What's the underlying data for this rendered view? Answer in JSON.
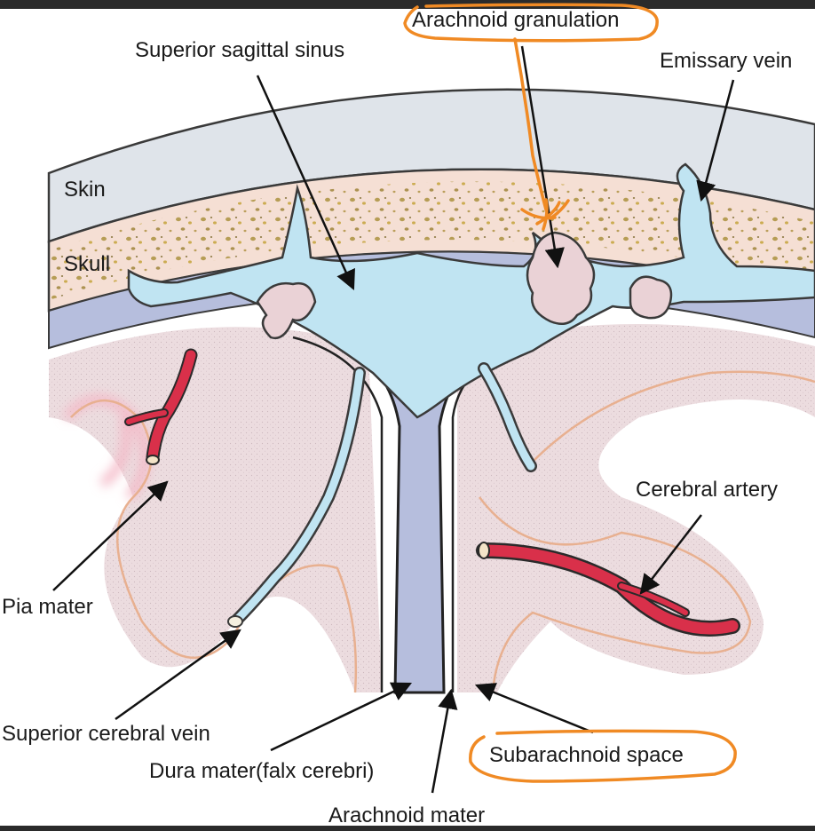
{
  "colors": {
    "skin": "#dfe4ea",
    "skull": "#f5dfd4",
    "dura": "#b6bedd",
    "sinus": "#c0e4f2",
    "brain": "#ebdcdf",
    "pia_glow": "#f4b8c6",
    "artery": "#d9304a",
    "highlight": "#f08a24"
  },
  "labels": {
    "arachnoid_granulation": "Arachnoid granulation",
    "superior_sagittal_sinus": "Superior sagittal sinus",
    "emissary_vein": "Emissary vein",
    "skin": "Skin",
    "skull": "Skull",
    "cerebral_artery": "Cerebral artery",
    "pia_mater": "Pia mater",
    "superior_cerebral_vein": "Superior cerebral vein",
    "dura_mater": "Dura mater(falx cerebri)",
    "subarachnoid_space": "Subarachnoid space",
    "arachnoid_mater": "Arachnoid mater"
  },
  "annotations": {
    "highlighted": [
      "arachnoid_granulation",
      "subarachnoid_space"
    ]
  }
}
